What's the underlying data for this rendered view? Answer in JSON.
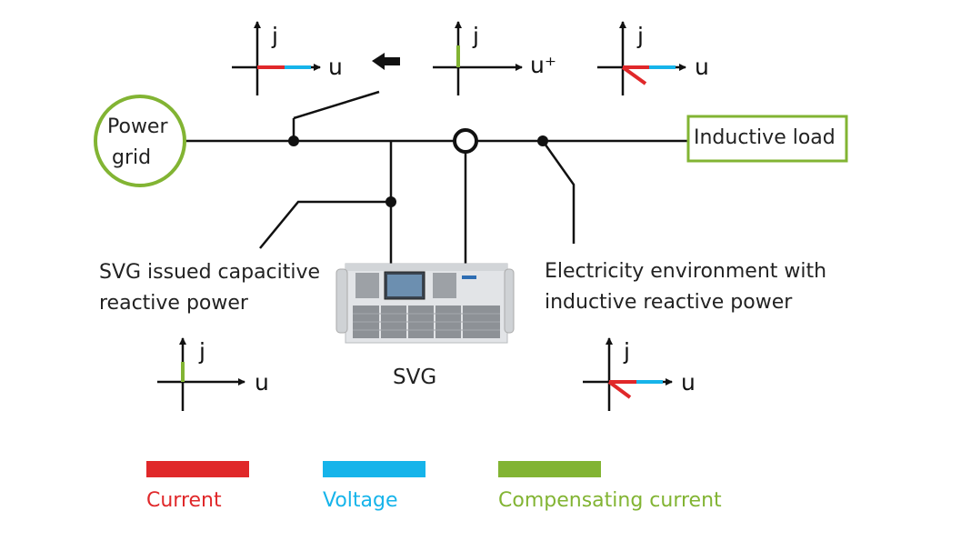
{
  "nodes": {
    "power_grid": [
      "Power",
      "grid"
    ],
    "inductive_load": "Inductive load",
    "svg_issued": [
      "SVG issued capacitive",
      "reactive power"
    ],
    "environment": [
      "Electricity environment with",
      "inductive reactive power"
    ],
    "svg_device": "SVG"
  },
  "axes": {
    "j": "j",
    "u": "u",
    "u_plus": "u⁺"
  },
  "legend": [
    {
      "label": "Current",
      "color": "#e0282a"
    },
    {
      "label": "Voltage",
      "color": "#16b4ea"
    },
    {
      "label": "Compensating current",
      "color": "#82b433"
    }
  ],
  "colors": {
    "current": "#e0282a",
    "voltage": "#16b4ea",
    "compensating": "#82b433",
    "grid_border": "#82b433",
    "line": "#111111"
  },
  "icons": {
    "direction": "arrow-left-icon",
    "device": "svg-cabinet-icon"
  }
}
